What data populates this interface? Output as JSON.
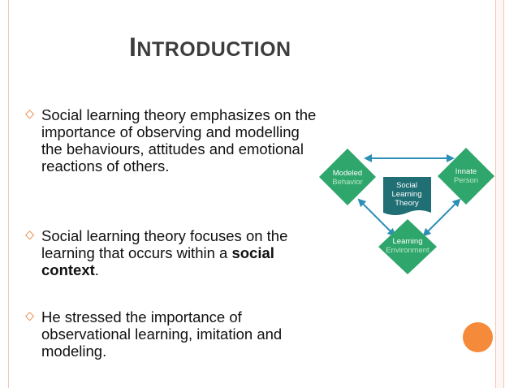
{
  "title": {
    "first_letter": "I",
    "rest": "NTRODUCTION"
  },
  "bullets": [
    {
      "text": "Social learning theory emphasizes on the importance of observing and modelling the behaviours, attitudes and emotional reactions of others."
    },
    {
      "text_before": "Social learning theory focuses on the learning that occurs within a ",
      "bold": "social context",
      "text_after": "."
    },
    {
      "text": "He stressed the importance of observational learning, imitation and modeling."
    }
  ],
  "bullet_marker_icon": "hollow-diamond-bullet",
  "diagram": {
    "center": [
      "Social",
      "Learning",
      "Theory"
    ],
    "left": [
      "Modeled",
      "Behavior"
    ],
    "right": [
      "Innate",
      "Person"
    ],
    "bottom": [
      "Learning",
      "Environment"
    ]
  },
  "colors": {
    "accent": "#e5792f",
    "diamond": "#2fa66b",
    "center_banner": "#1f6f74",
    "arrow": "#2c8fb5",
    "orange_dot": "#f58a3a",
    "border": "#f0c9b6"
  }
}
